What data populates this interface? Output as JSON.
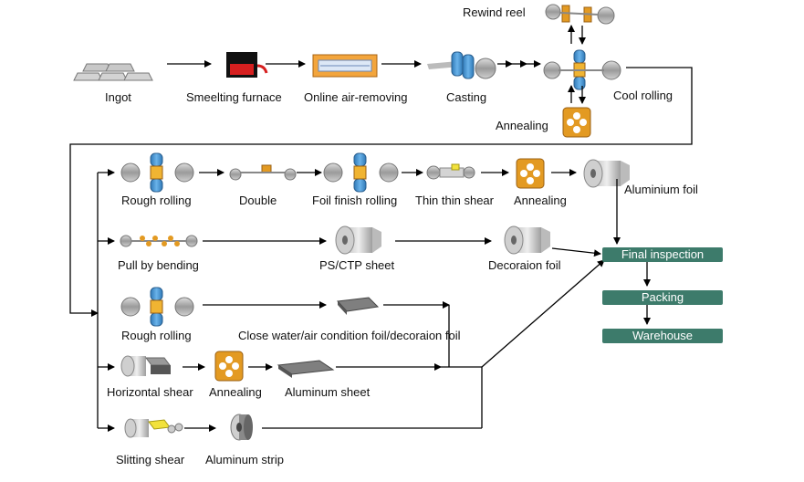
{
  "top_row": {
    "ingot": "Ingot",
    "smelting": "Smeelting furnace",
    "air_removing": "Online air-removing",
    "casting": "Casting",
    "rewind_reel": "Rewind reel",
    "cool_rolling": "Cool rolling",
    "annealing": "Annealing"
  },
  "row1": {
    "rough_rolling": "Rough rolling",
    "double": "Double",
    "foil_finish": "Foil finish rolling",
    "thin_shear": "Thin thin shear",
    "annealing": "Annealing",
    "aluminium_foil": "Aluminium foil"
  },
  "row2": {
    "pull_bending": "Pull by bending",
    "ps_ctp": "PS/CTP sheet",
    "decoration_foil": "Decoraion foil"
  },
  "row3": {
    "rough_rolling": "Rough rolling",
    "close_water": "Close water/air condition foil/decoraion foil"
  },
  "row4": {
    "horizontal_shear": "Horizontal shear",
    "annealing": "Annealing",
    "aluminum_sheet": "Aluminum sheet"
  },
  "row5": {
    "slitting_shear": "Slitting shear",
    "aluminum_strip": "Aluminum strip"
  },
  "final": {
    "final_inspection": "Final inspection",
    "packing": "Packing",
    "warehouse": "Warehouse"
  },
  "colors": {
    "accent_box": "#3d7b6b",
    "roller_blue": "#3e8fd0",
    "orange": "#e39a22",
    "gray": "#b8b8b8"
  }
}
